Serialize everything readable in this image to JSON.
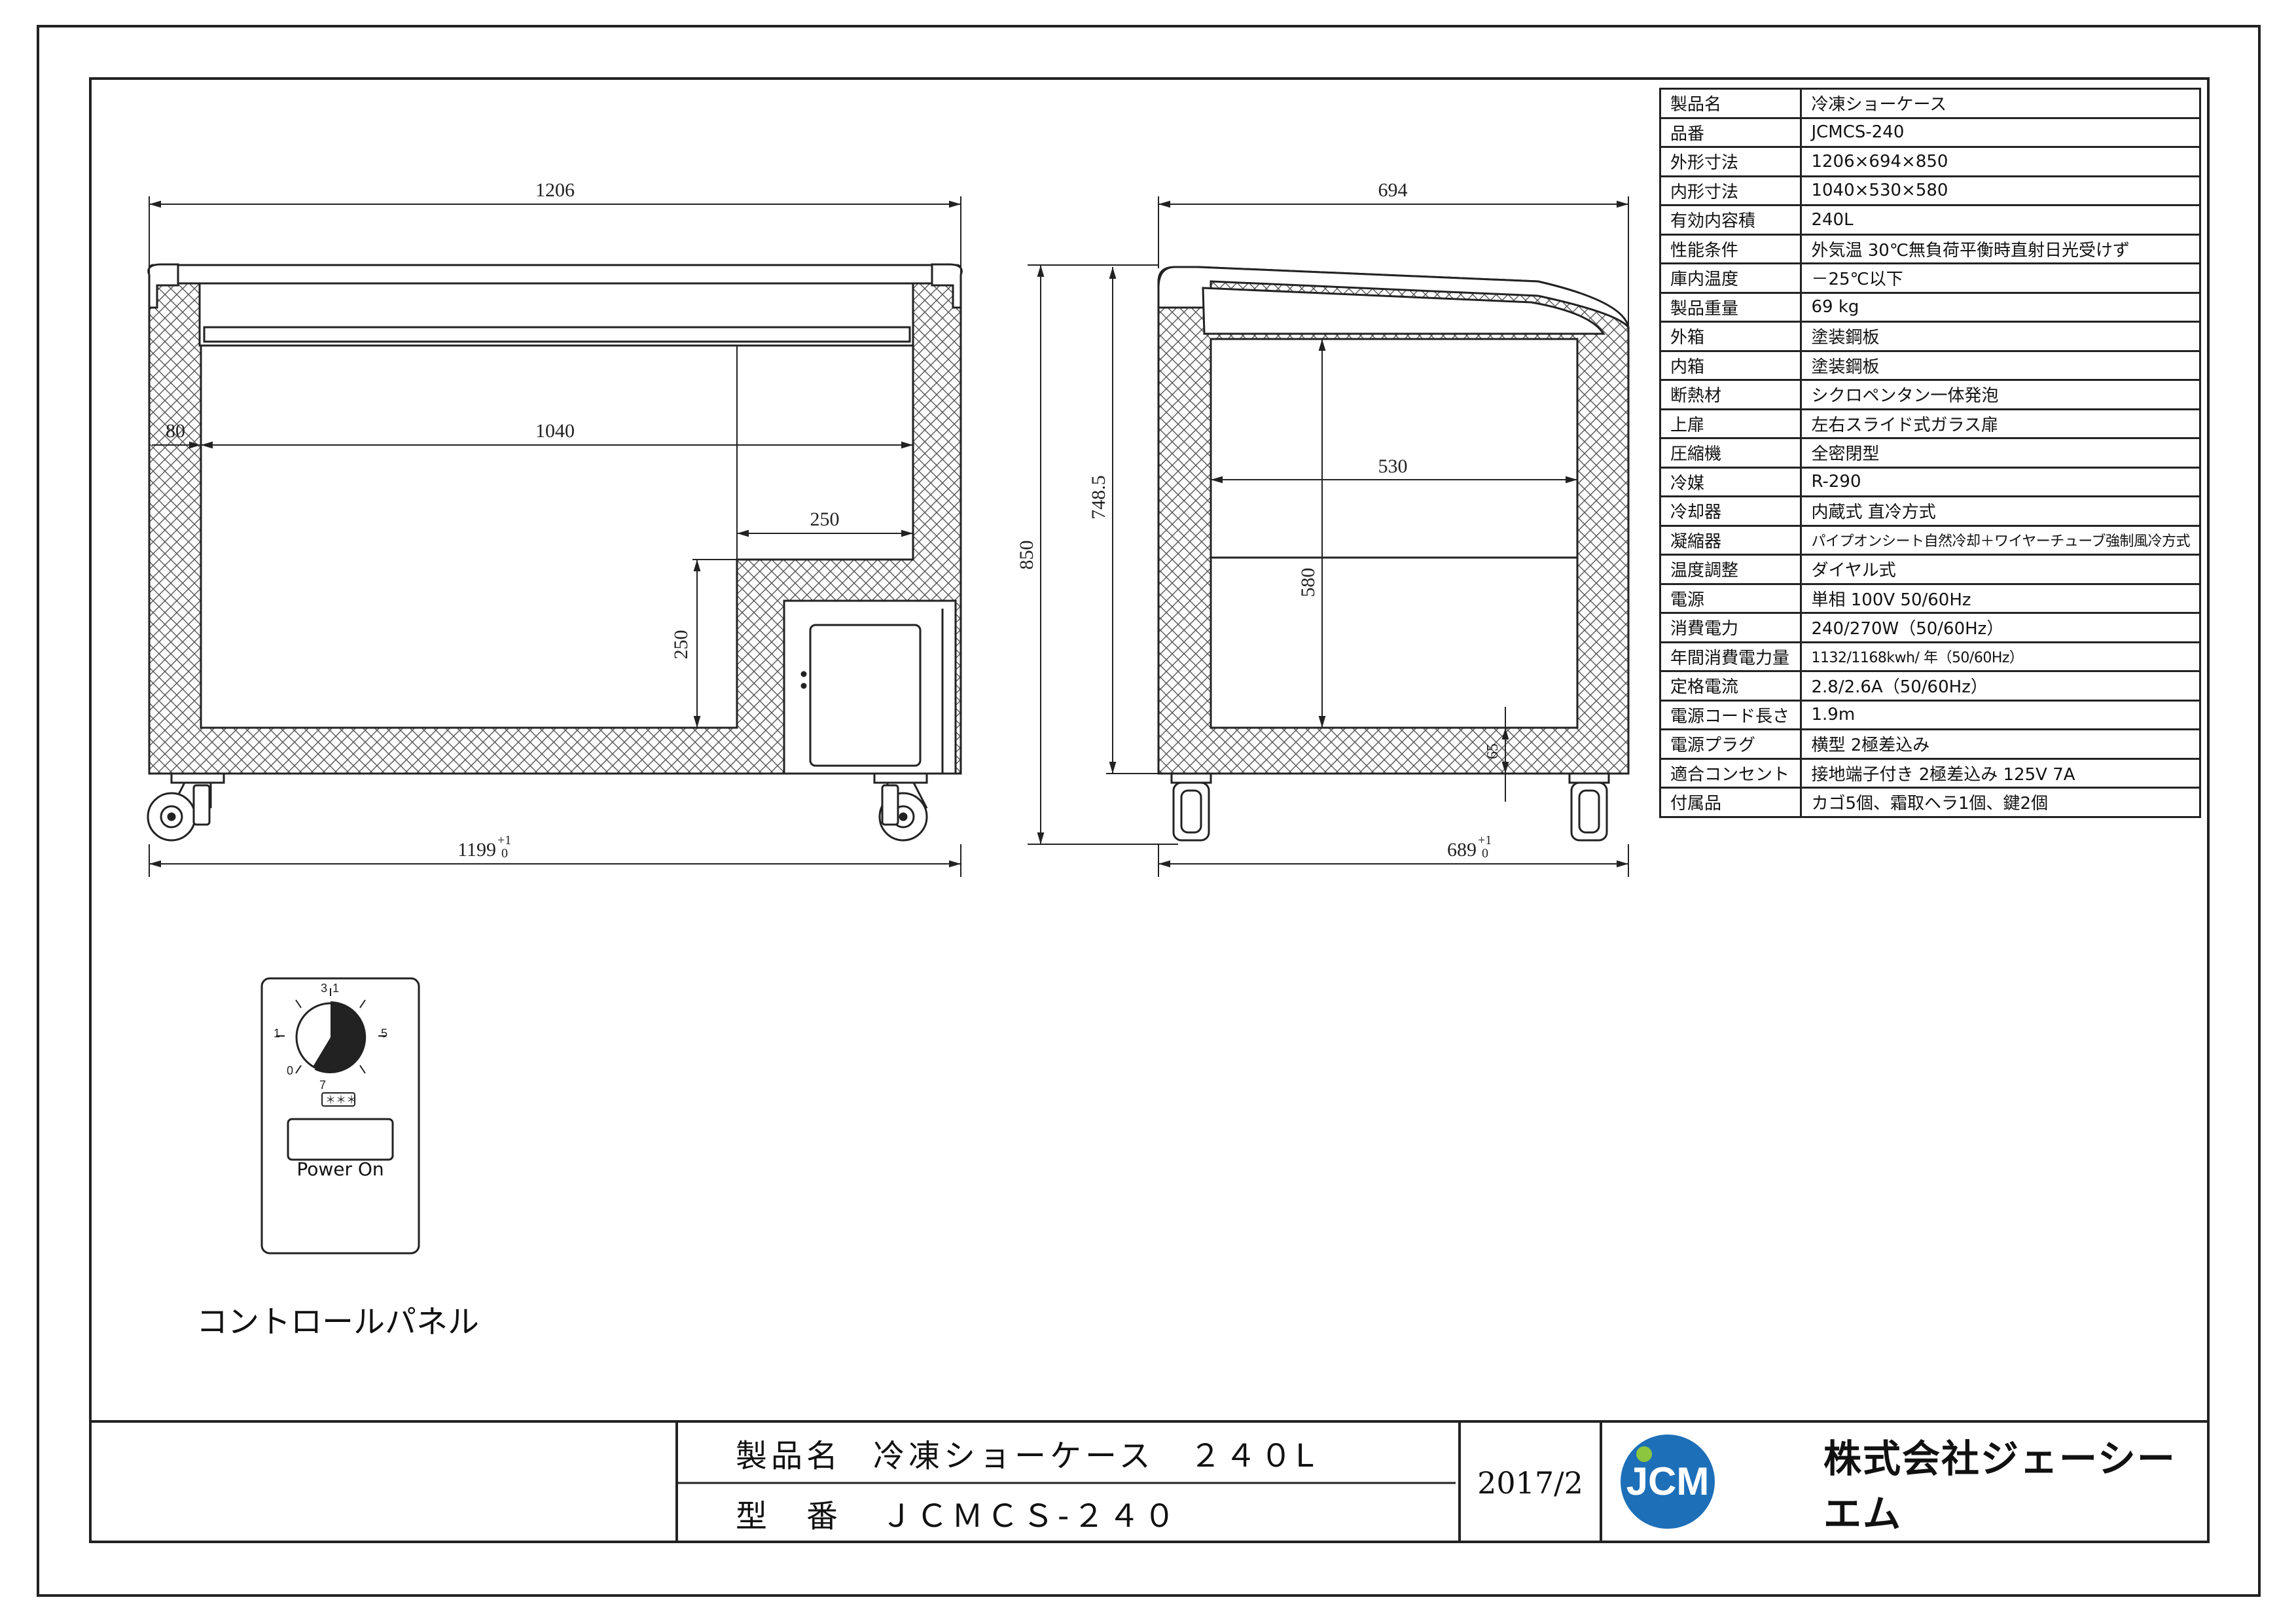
{
  "specs": [
    {
      "key": "製品名",
      "value": "冷凍ショーケース"
    },
    {
      "key": "品番",
      "value": "JCMCS-240"
    },
    {
      "key": "外形寸法",
      "value": "1206×694×850"
    },
    {
      "key": "内形寸法",
      "value": "1040×530×580"
    },
    {
      "key": "有効内容積",
      "value": "240L"
    },
    {
      "key": "性能条件",
      "value": "外気温 30℃無負荷平衡時直射日光受けず"
    },
    {
      "key": "庫内温度",
      "value": "－25℃以下"
    },
    {
      "key": "製品重量",
      "value": "69 kg"
    },
    {
      "key": "外箱",
      "value": "塗装鋼板"
    },
    {
      "key": "内箱",
      "value": "塗装鋼板"
    },
    {
      "key": "断熱材",
      "value": "シクロペンタン一体発泡"
    },
    {
      "key": "上扉",
      "value": "左右スライド式ガラス扉"
    },
    {
      "key": "圧縮機",
      "value": "全密閉型"
    },
    {
      "key": "冷媒",
      "value": "R-290"
    },
    {
      "key": "冷却器",
      "value": "内蔵式 直冷方式"
    },
    {
      "key": "凝縮器",
      "value": "パイプオンシート自然冷却＋ワイヤーチューブ強制風冷方式"
    },
    {
      "key": "温度調整",
      "value": "ダイヤル式"
    },
    {
      "key": "電源",
      "value": "単相 100V 50/60Hz"
    },
    {
      "key": "消費電力",
      "value": "240/270W（50/60Hz）"
    },
    {
      "key": "年間消費電力量",
      "value": "1132/1168kwh/ 年（50/60Hz）"
    },
    {
      "key": "定格電流",
      "value": "2.8/2.6A（50/60Hz）"
    },
    {
      "key": "電源コード長さ",
      "value": "1.9m"
    },
    {
      "key": "電源プラグ",
      "value": "横型 2極差込み"
    },
    {
      "key": "適合コンセント",
      "value": "接地端子付き 2極差込み 125V 7A"
    },
    {
      "key": "付属品",
      "value": "カゴ5個、霜取ヘラ1個、鍵2個"
    }
  ],
  "dims_front": {
    "overall_width": "1206",
    "inner_width": "1040",
    "wall": "80",
    "step_width": "250",
    "step_height": "250",
    "base_width": "1199",
    "tolerance": "+1",
    "tolerance_low": "0"
  },
  "dims_side": {
    "overall_depth": "694",
    "inner_depth": "530",
    "inner_height": "580",
    "overall_height": "850",
    "body_height": "748.5",
    "bottom_gap": "65",
    "base_depth": "689",
    "tolerance": "+1",
    "tolerance_low": "0"
  },
  "control_panel": {
    "label": "コントロールパネル",
    "button_label": "Power On",
    "dial_marks": [
      "3",
      "1",
      "5",
      "0",
      "7"
    ],
    "star_badge": "＊＊＊"
  },
  "title_block": {
    "product_label": "製品名",
    "product_value": "冷凍ショーケース　２４０L",
    "model_label": "型　番",
    "model_value": "ＪＣＭＣＳ-２４０",
    "date": "2017/2",
    "logo_text": "JCM",
    "company": "株式会社ジェーシーエム"
  },
  "colors": {
    "line": "#222222",
    "logo_blue": "#1d6fb8",
    "logo_green": "#8cc63f"
  }
}
